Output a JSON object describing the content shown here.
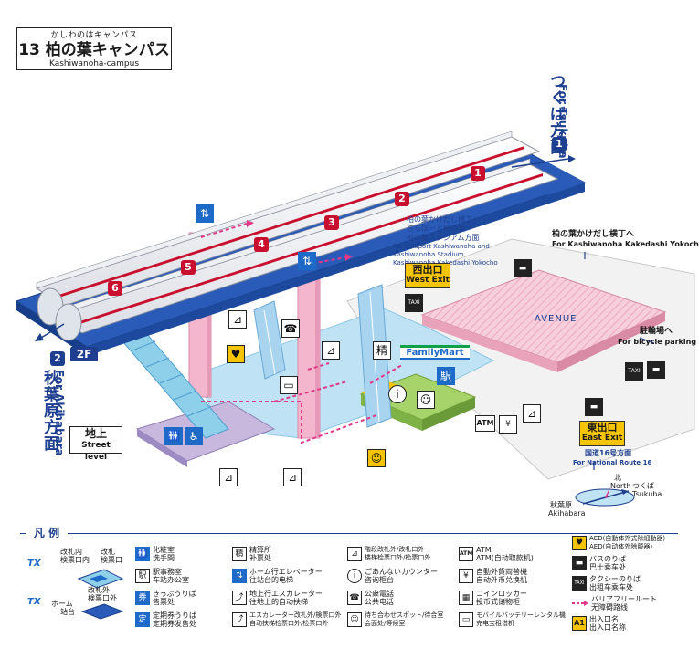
{
  "station": {
    "ruby": "かしわのはキャンパス",
    "name": "13 柏の葉キャンパス",
    "name_en": "Kashiwanoha-campus"
  },
  "directions": {
    "tsukuba_en": "For Tsukuba",
    "tsukuba_jp": "つくば方面",
    "tsukuba_num": "1",
    "akihabara_en": "For Akihabara",
    "akihabara_jp": "秋葉原方面",
    "akihabara_num": "2",
    "kakedashi_jp": "柏の葉かけだし横丁へ",
    "kakedashi_en": "For Kashiwanoha Kakedashi Yokocho",
    "bicycle_jp": "駐輪場へ",
    "bicycle_en": "For bicycle parking",
    "route16_jp": "国道16号方面",
    "route16_en": "For National Route 16",
    "lalaport_jp_1": "柏の葉かけだし横丁",
    "lalaport_jp_2": "ららぽーと柏の葉",
    "lalaport_jp_3": "柏の葉スタジアム方面",
    "lalaport_en_1": "For Lalaport Kashiwanoha and",
    "lalaport_en_2": "Kashiwanoha Stadium",
    "lalaport_en_3": "Kashiwanoha Kakedashi Yokocho"
  },
  "floors": {
    "platform": "2F",
    "street_jp": "地上",
    "street_en": "Street level"
  },
  "cars": [
    "1",
    "2",
    "3",
    "4",
    "5",
    "6"
  ],
  "exits": {
    "west_jp": "西出口",
    "west_en": "West Exit",
    "east_jp": "東出口",
    "east_en": "East Exit"
  },
  "shops": {
    "familymart": "FamilyMart",
    "avenue": "AVENUE",
    "atm": "ATM",
    "taxi": "TAXI"
  },
  "compass": {
    "north_jp": "北",
    "north_en": "North",
    "tsukuba_jp": "つくば",
    "tsukuba_en": "Tsukuba",
    "akihabara_jp": "秋葉原",
    "akihabara_en": "Akihabara"
  },
  "legend": {
    "title": "凡 例",
    "gate_inside": "改札内",
    "gate_wicket": "改札",
    "gate_inside_2": "検票口内",
    "gate_wicket_2": "検票口",
    "gate_outside": "改札外",
    "gate_outside_2": "検票口外",
    "platform_jp": "ホーム",
    "platform_cn": "站台",
    "items": [
      {
        "icon": "toilet-icon",
        "glyph": "🚻",
        "jp": "化粧室",
        "cn": "洗手間"
      },
      {
        "icon": "station-office-icon",
        "glyph": "駅",
        "jp": "駅事務室",
        "cn": "车站办公室"
      },
      {
        "icon": "ticket-icon",
        "glyph": "券",
        "jp": "きっぷうりば",
        "cn": "售票处"
      },
      {
        "icon": "pass-icon",
        "glyph": "定",
        "jp": "定期券うりば",
        "cn": "定期券发售处"
      },
      {
        "icon": "fare-adjust-icon",
        "glyph": "精",
        "jp": "精算所",
        "cn": "补票处"
      },
      {
        "icon": "elevator-icon",
        "glyph": "⇅",
        "jp": "ホーム行エレベーター",
        "cn": "往站台的电梯"
      },
      {
        "icon": "escalator-icon",
        "glyph": "⤴",
        "jp": "地上行エスカレーター",
        "cn": "往地上的自动扶梯"
      },
      {
        "icon": "escalator-gate-icon",
        "glyph": "⤴",
        "jp": "エスカレーター改札外/検票口外",
        "cn": "自动扶梯检票口外/检票口外"
      },
      {
        "icon": "stairs-icon",
        "glyph": "⊿",
        "jp": "階段改札外/改札口外",
        "cn": "楼梯检票口外/检票口外"
      },
      {
        "icon": "info-icon",
        "glyph": "i",
        "jp": "ごあんないカウンター",
        "cn": "咨询柜台"
      },
      {
        "icon": "phone-icon",
        "glyph": "☎",
        "jp": "公衆電話",
        "cn": "公共电话"
      },
      {
        "icon": "waiting-icon",
        "glyph": "☺",
        "jp": "待ち合わせスポット/待合室",
        "cn": "会面处/等候室"
      },
      {
        "icon": "atm-icon",
        "glyph": "ATM",
        "jp": "ATM",
        "cn": "ATM(自动取款机)"
      },
      {
        "icon": "exchange-icon",
        "glyph": "¥",
        "jp": "自動外貨両替機",
        "cn": "自动外币兑换机"
      },
      {
        "icon": "locker-icon",
        "glyph": "▦",
        "jp": "コインロッカー",
        "cn": "投币式储物柜"
      },
      {
        "icon": "battery-icon",
        "glyph": "▭",
        "jp": "モバイルバッテリーレンタル機",
        "cn": "充电宝租借机"
      },
      {
        "icon": "aed-icon",
        "glyph": "♥",
        "jp": "AED(自動体外式除細動器)",
        "cn": "AED(自动体外除颤器)"
      },
      {
        "icon": "bus-icon",
        "glyph": "▬",
        "jp": "バスのりば",
        "cn": "巴士乘车处"
      },
      {
        "icon": "taxi-icon",
        "glyph": "TAXI",
        "jp": "タクシーのりば",
        "cn": "出租车乘车处"
      },
      {
        "icon": "barrier-free-icon",
        "glyph": "",
        "jp": "バリアフリールート",
        "cn": "无障碍路线"
      },
      {
        "icon": "exit-name-icon",
        "glyph": "A1",
        "jp": "出入口名",
        "cn": "出入口名称"
      }
    ]
  },
  "colors": {
    "navy": "#1e3f8f",
    "blue": "#1e6ac8",
    "train_red": "#c8102e",
    "platform_blue": "#2b5bb8",
    "concourse": "#bfe3f5",
    "pink": "#f4b6cc",
    "green": "#a6d36a",
    "yellow": "#f6c400",
    "barrier": "#e2388a"
  }
}
